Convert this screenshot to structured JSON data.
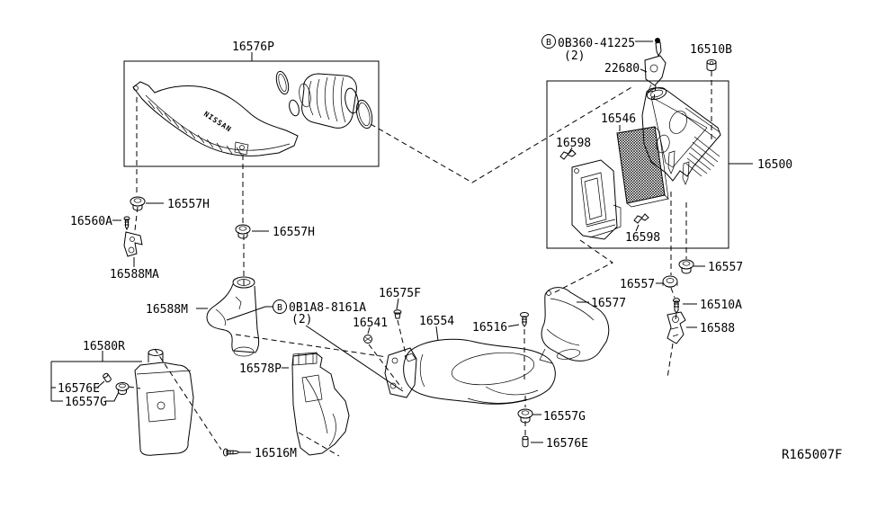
{
  "diagram_type": "parts-diagram",
  "colors": {
    "ink": "#000000",
    "paper": "#ffffff"
  },
  "figure_ref": "R165007F",
  "brand_embossed": "NISSAN",
  "callouts": {
    "c16576P": "16576P",
    "screw_b1_prefix": "B",
    "screw_b1": "0B360-41225",
    "screw_b1_qty": "(2)",
    "c22680": "22680",
    "c16510B": "16510B",
    "c16546": "16546",
    "c16598_top": "16598",
    "c16598_bottom": "16598",
    "c16500": "16500",
    "c16557_right": "16557",
    "c16557_left": "16557",
    "c16577": "16577",
    "c16510A": "16510A",
    "c16588": "16588",
    "c16557H_left": "16557H",
    "c16560A": "16560A",
    "c16588MA": "16588MA",
    "c16557H_right": "16557H",
    "c16588M": "16588M",
    "bolt_b2_prefix": "B",
    "bolt_b2": "0B1A8-8161A",
    "bolt_b2_qty": "(2)",
    "c16575F": "16575F",
    "c16541": "16541",
    "c16554": "16554",
    "c16516": "16516",
    "c16580R": "16580R",
    "c16576E_left": "16576E",
    "c16557G_left": "16557G",
    "c16578P": "16578P",
    "c16516M": "16516M",
    "c16557G_bottom": "16557G",
    "c16576E_bottom": "16576E"
  }
}
